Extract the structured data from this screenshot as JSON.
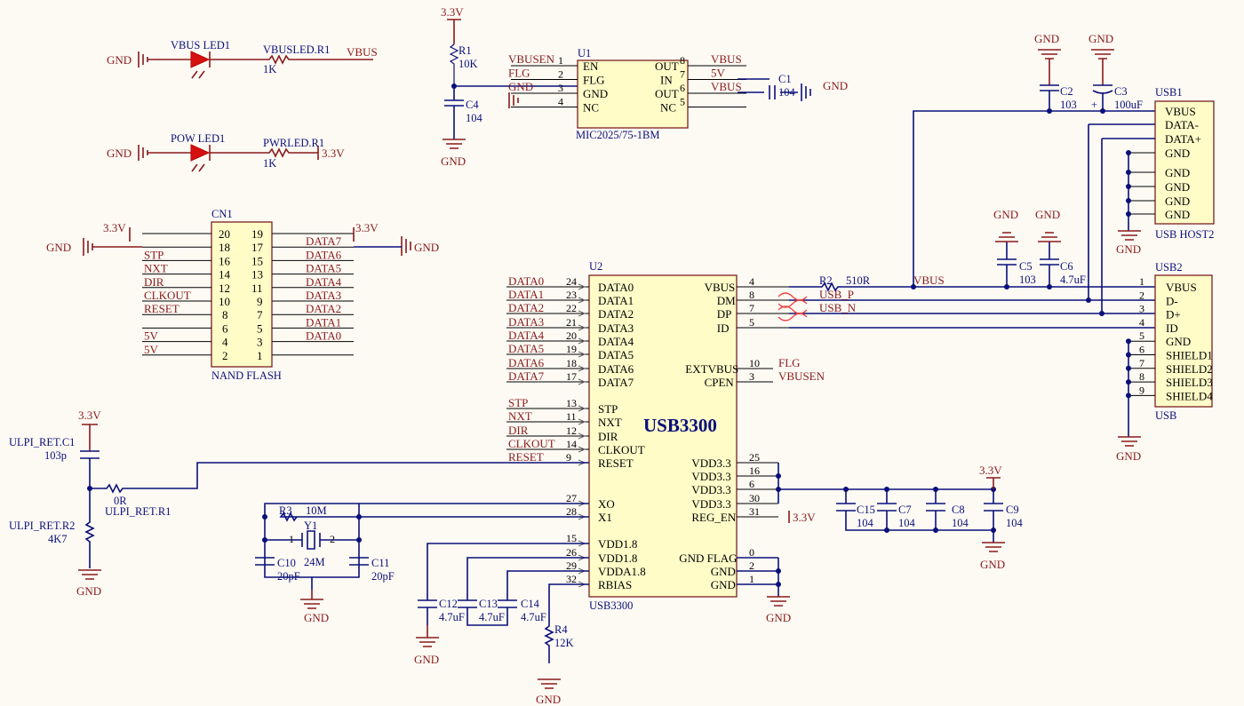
{
  "power": {
    "v33": "3.3V",
    "gnd": "GND",
    "vbus": "VBUS",
    "v5": "5V"
  },
  "leds": {
    "vbus": {
      "ref": "VBUS LED1",
      "res": "VBUSLED.R1",
      "val": "1K",
      "net": "VBUS"
    },
    "pow": {
      "ref": "POW LED1",
      "res": "PWRLED.R1",
      "val": "1K",
      "net": "3.3V"
    }
  },
  "r1": {
    "ref": "R1",
    "val": "10K"
  },
  "c4": {
    "ref": "C4",
    "val": "104"
  },
  "u1": {
    "ref": "U1",
    "part": "MIC2025/75-1BM",
    "left": [
      {
        "net": "VBUSEN",
        "num": "1",
        "name": "EN"
      },
      {
        "net": "FLG",
        "num": "2",
        "name": "FLG"
      },
      {
        "net": "GND",
        "num": "3",
        "name": "GND"
      },
      {
        "net": "",
        "num": "4",
        "name": "NC"
      }
    ],
    "right": [
      {
        "net": "VBUS",
        "num": "8",
        "name": "OUT"
      },
      {
        "net": "5V",
        "num": "7",
        "name": "IN"
      },
      {
        "net": "VBUS",
        "num": "6",
        "name": "OUT"
      },
      {
        "net": "",
        "num": "5",
        "name": "NC"
      }
    ]
  },
  "c1": {
    "ref": "C1",
    "val": "104"
  },
  "c2": {
    "ref": "C2",
    "val": "103"
  },
  "c3": {
    "ref": "C3",
    "val": "100uF"
  },
  "usb1": {
    "ref": "USB1",
    "part": "USB HOST2",
    "pins": [
      "VBUS",
      "DATA-",
      "DATA+",
      "GND",
      "GND",
      "GND",
      "GND",
      "GND"
    ]
  },
  "usb2": {
    "ref": "USB2",
    "part": "USB",
    "pins": [
      {
        "num": "1",
        "name": "VBUS"
      },
      {
        "num": "2",
        "name": "D-"
      },
      {
        "num": "3",
        "name": "D+"
      },
      {
        "num": "4",
        "name": "ID"
      },
      {
        "num": "5",
        "name": "GND"
      },
      {
        "num": "6",
        "name": "SHIELD1"
      },
      {
        "num": "7",
        "name": "SHIELD2"
      },
      {
        "num": "8",
        "name": "SHIELD3"
      },
      {
        "num": "9",
        "name": "SHIELD4"
      }
    ]
  },
  "cn1": {
    "ref": "CN1",
    "part": "NAND FLASH",
    "rows": [
      {
        "ln": "3.3V",
        "l": "20",
        "r": "19",
        "rn": "3.3V"
      },
      {
        "ln": "",
        "l": "18",
        "r": "17",
        "rn": "DATA7"
      },
      {
        "ln": "STP",
        "l": "16",
        "r": "15",
        "rn": "DATA6"
      },
      {
        "ln": "NXT",
        "l": "14",
        "r": "13",
        "rn": "DATA5"
      },
      {
        "ln": "DIR",
        "l": "12",
        "r": "11",
        "rn": "DATA4"
      },
      {
        "ln": "CLKOUT",
        "l": "10",
        "r": "9",
        "rn": "DATA3"
      },
      {
        "ln": "RESET",
        "l": "8",
        "r": "7",
        "rn": "DATA2"
      },
      {
        "ln": "",
        "l": "6",
        "r": "5",
        "rn": "DATA1"
      },
      {
        "ln": "5V",
        "l": "4",
        "r": "3",
        "rn": "DATA0"
      },
      {
        "ln": "5V",
        "l": "2",
        "r": "1",
        "rn": ""
      }
    ]
  },
  "u2": {
    "ref": "U2",
    "part": "USB3300",
    "title": "USB3300",
    "left": [
      {
        "net": "DATA0",
        "num": "24",
        "name": "DATA0"
      },
      {
        "net": "DATA1",
        "num": "23",
        "name": "DATA1"
      },
      {
        "net": "DATA2",
        "num": "22",
        "name": "DATA2"
      },
      {
        "net": "DATA3",
        "num": "21",
        "name": "DATA3"
      },
      {
        "net": "DATA4",
        "num": "20",
        "name": "DATA4"
      },
      {
        "net": "DATA5",
        "num": "19",
        "name": "DATA5"
      },
      {
        "net": "DATA6",
        "num": "18",
        "name": "DATA6"
      },
      {
        "net": "DATA7",
        "num": "17",
        "name": "DATA7"
      },
      {
        "net": "STP",
        "num": "13",
        "name": "STP"
      },
      {
        "net": "NXT",
        "num": "11",
        "name": "NXT"
      },
      {
        "net": "DIR",
        "num": "12",
        "name": "DIR"
      },
      {
        "net": "CLKOUT",
        "num": "14",
        "name": "CLKOUT"
      },
      {
        "net": "RESET",
        "num": "9",
        "name": "RESET"
      },
      {
        "net": "",
        "num": "27",
        "name": "XO"
      },
      {
        "net": "",
        "num": "28",
        "name": "X1"
      },
      {
        "net": "",
        "num": "15",
        "name": "VDD1.8"
      },
      {
        "net": "",
        "num": "26",
        "name": "VDD1.8"
      },
      {
        "net": "",
        "num": "29",
        "name": "VDDA1.8"
      },
      {
        "net": "",
        "num": "32",
        "name": "RBIAS"
      }
    ],
    "right": [
      {
        "num": "4",
        "name": "VBUS"
      },
      {
        "num": "8",
        "name": "DM"
      },
      {
        "num": "7",
        "name": "DP"
      },
      {
        "num": "5",
        "name": "ID"
      },
      {
        "num": "10",
        "name": "EXTVBUS",
        "net": "FLG"
      },
      {
        "num": "3",
        "name": "CPEN",
        "net": "VBUSEN"
      },
      {
        "num": "25",
        "name": "VDD3.3"
      },
      {
        "num": "16",
        "name": "VDD3.3"
      },
      {
        "num": "6",
        "name": "VDD3.3"
      },
      {
        "num": "30",
        "name": "VDD3.3"
      },
      {
        "num": "31",
        "name": "REG_EN",
        "net": "3.3V"
      },
      {
        "num": "0",
        "name": "GND FLAG"
      },
      {
        "num": "2",
        "name": "GND"
      },
      {
        "num": "1",
        "name": "GND"
      }
    ]
  },
  "r2": {
    "ref": "R2",
    "val": "510R"
  },
  "usb_p": "USB_P",
  "usb_n": "USB_N",
  "c5": {
    "ref": "C5",
    "val": "103"
  },
  "c6": {
    "ref": "C6",
    "val": "4.7uF"
  },
  "ulpi": {
    "c1": "ULPI_RET.C1",
    "c1v": "103p",
    "r1": "ULPI_RET.R1",
    "r1v": "0R",
    "r2": "ULPI_RET.R2",
    "r2v": "4K7"
  },
  "r3": {
    "ref": "R3",
    "val": "10M"
  },
  "y1": {
    "ref": "Y1",
    "val": "24M"
  },
  "c10": {
    "ref": "C10",
    "val": "20pF"
  },
  "c11": {
    "ref": "C11",
    "val": "20pF"
  },
  "c12": {
    "ref": "C12",
    "val": "4.7uF"
  },
  "c13": {
    "ref": "C13",
    "val": "4.7uF"
  },
  "c14": {
    "ref": "C14",
    "val": "4.7uF"
  },
  "r4": {
    "ref": "R4",
    "val": "12K"
  },
  "c15": {
    "ref": "C15",
    "val": "104"
  },
  "c7": {
    "ref": "C7",
    "val": "104"
  },
  "c8": {
    "ref": "C8",
    "val": "104"
  },
  "c9": {
    "ref": "C9",
    "val": "104"
  }
}
